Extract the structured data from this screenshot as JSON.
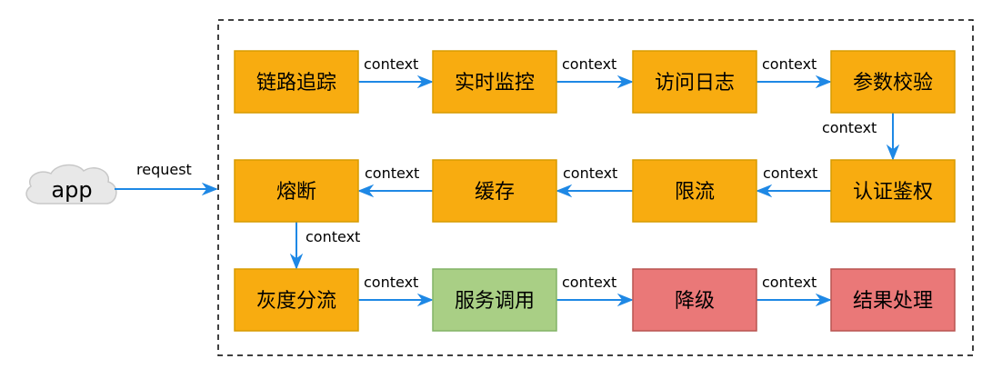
{
  "client": {
    "label": "app",
    "request_label": "request"
  },
  "edge_label": "context",
  "colors": {
    "orange_fill": "#f8ac10",
    "orange_stroke": "#d79b00",
    "green_fill": "#a9cf85",
    "green_stroke": "#82b366",
    "red_fill": "#ea7878",
    "red_stroke": "#b85450",
    "arrow": "#1e88e5",
    "cloud": "#e8e8e8"
  },
  "nodes": [
    {
      "id": "tracing",
      "label": "链路追踪",
      "style": "orange"
    },
    {
      "id": "monitor",
      "label": "实时监控",
      "style": "orange"
    },
    {
      "id": "access-log",
      "label": "访问日志",
      "style": "orange"
    },
    {
      "id": "param-check",
      "label": "参数校验",
      "style": "orange"
    },
    {
      "id": "auth",
      "label": "认证鉴权",
      "style": "orange"
    },
    {
      "id": "rate-limit",
      "label": "限流",
      "style": "orange"
    },
    {
      "id": "cache",
      "label": "缓存",
      "style": "orange"
    },
    {
      "id": "circuit-break",
      "label": "熔断",
      "style": "orange"
    },
    {
      "id": "canary",
      "label": "灰度分流",
      "style": "orange"
    },
    {
      "id": "service-call",
      "label": "服务调用",
      "style": "green"
    },
    {
      "id": "degrade",
      "label": "降级",
      "style": "red"
    },
    {
      "id": "result",
      "label": "结果处理",
      "style": "red"
    }
  ]
}
